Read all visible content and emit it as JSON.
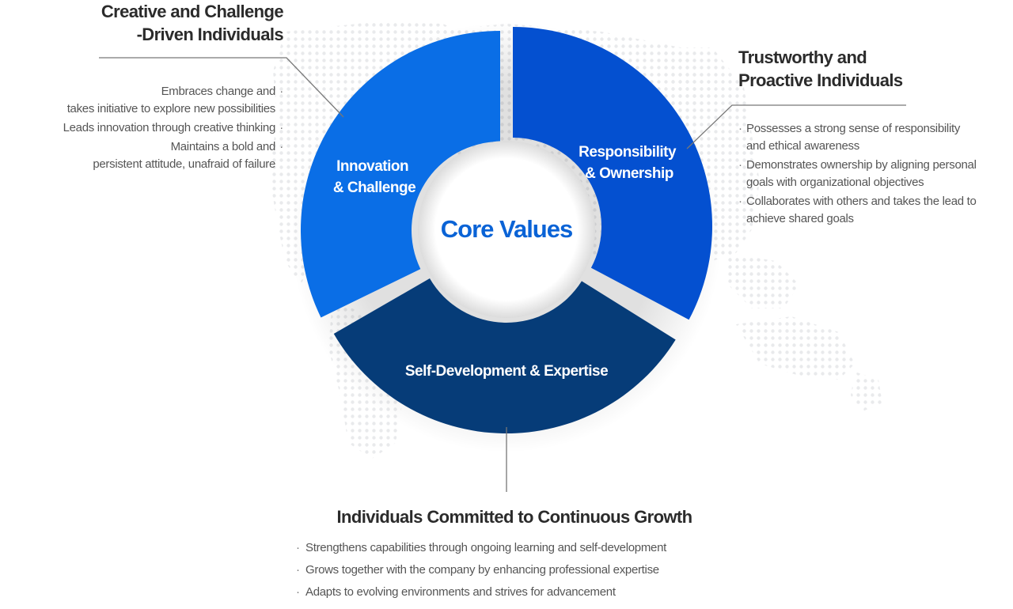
{
  "diagram": {
    "center_title": "Core Values",
    "segments": [
      {
        "id": "innovation",
        "label_line1": "Innovation",
        "label_line2": "& Challenge",
        "color": "#0a6ee6"
      },
      {
        "id": "responsibility",
        "label_line1": "Responsibility",
        "label_line2": "& Ownership",
        "color": "#0450d0"
      },
      {
        "id": "self-development",
        "label": "Self-Development & Expertise",
        "color": "#063c78"
      }
    ],
    "colors": {
      "text_dark": "#2b2b2b",
      "text_body": "#555555",
      "leader_line": "#777777",
      "center_title": "#0a63d6"
    }
  },
  "left": {
    "title_line1": "Creative and Challenge",
    "title_line2": "-Driven Individuals",
    "bullets": [
      "Embraces change and\ntakes initiative to explore new possibilities",
      "Leads innovation through creative thinking",
      "Maintains a bold and\npersistent attitude, unafraid of failure"
    ]
  },
  "right": {
    "title_line1": "Trustworthy and",
    "title_line2": "Proactive Individuals",
    "bullets": [
      "Possesses a strong sense of responsibility\nand ethical awareness",
      "Demonstrates ownership by aligning personal\ngoals with organizational objectives",
      "Collaborates with others and takes the lead to\nachieve shared goals"
    ]
  },
  "bottom": {
    "title": "Individuals Committed to Continuous Growth",
    "bullets": [
      "Strengthens capabilities through ongoing learning and self-development",
      "Grows together with the company by enhancing professional expertise",
      "Adapts to evolving environments and strives for advancement"
    ]
  }
}
